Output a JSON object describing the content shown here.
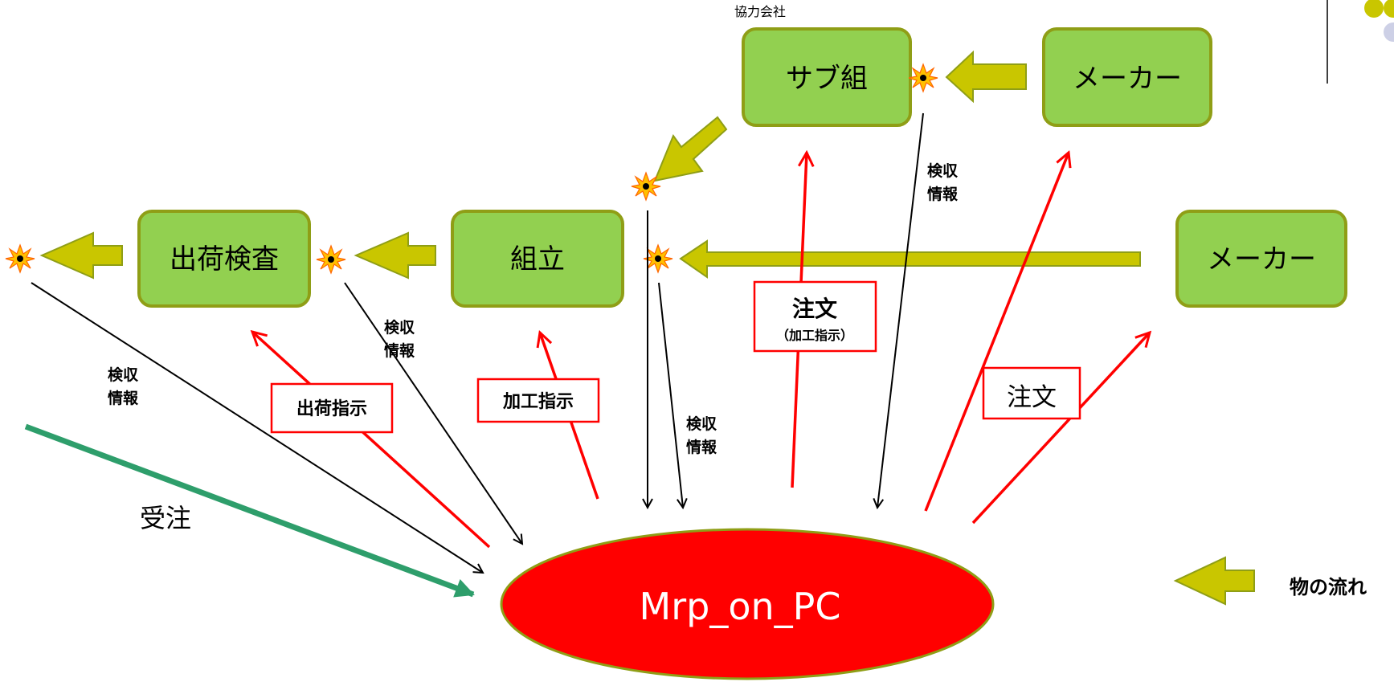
{
  "partner_caption": "協力会社",
  "boxes": {
    "sub_assembly": "サブ組",
    "maker_top": "メーカー",
    "shipping_inspection": "出荷検査",
    "assembly": "組立",
    "maker_right": "メーカー"
  },
  "labels": {
    "inspection_info_line1": "検収",
    "inspection_info_line2": "情報",
    "shipping_instruction": "出荷指示",
    "processing_instruction": "加工指示",
    "order": "注文",
    "order_processing_main": "注文",
    "order_processing_sub": "（加工指示）",
    "order_received": "受注"
  },
  "center": {
    "title": "Mrp_on_PC"
  },
  "legend": {
    "flow_label": "物の流れ"
  },
  "colors": {
    "box_fill": "#92d050",
    "box_border": "#8f9e16",
    "arrow_fill": "#c9c600",
    "arrow_stroke": "#8f9e16",
    "red": "#ff0000",
    "green_arrow": "#2e9e6b",
    "ellipse_fill": "#ff0000",
    "ellipse_border": "#8f9e16",
    "star_fill": "#ffc000",
    "star_stroke": "#ff6600"
  }
}
